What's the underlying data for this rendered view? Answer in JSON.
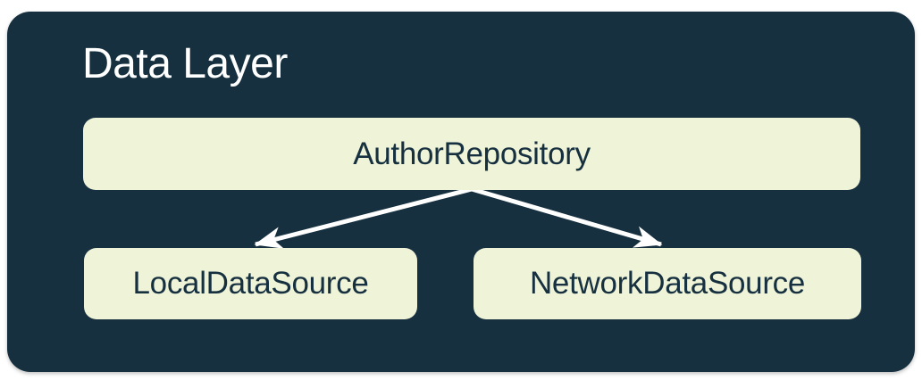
{
  "diagram": {
    "title": "Data Layer",
    "nodes": [
      {
        "id": "author-repository",
        "label": "AuthorRepository"
      },
      {
        "id": "local-data-source",
        "label": "LocalDataSource"
      },
      {
        "id": "network-data-source",
        "label": "NetworkDataSource"
      }
    ],
    "edges": [
      {
        "from": "AuthorRepository",
        "to": "LocalDataSource",
        "style": "arrow"
      },
      {
        "from": "AuthorRepository",
        "to": "NetworkDataSource",
        "style": "arrow"
      }
    ],
    "colors": {
      "page_background": "#FFFFFF",
      "container_background": "#16303F",
      "node_fill": "#EFF3D8",
      "node_text": "#16303F",
      "title_text": "#FFFFFF",
      "arrow": "#FFFFFF"
    }
  }
}
